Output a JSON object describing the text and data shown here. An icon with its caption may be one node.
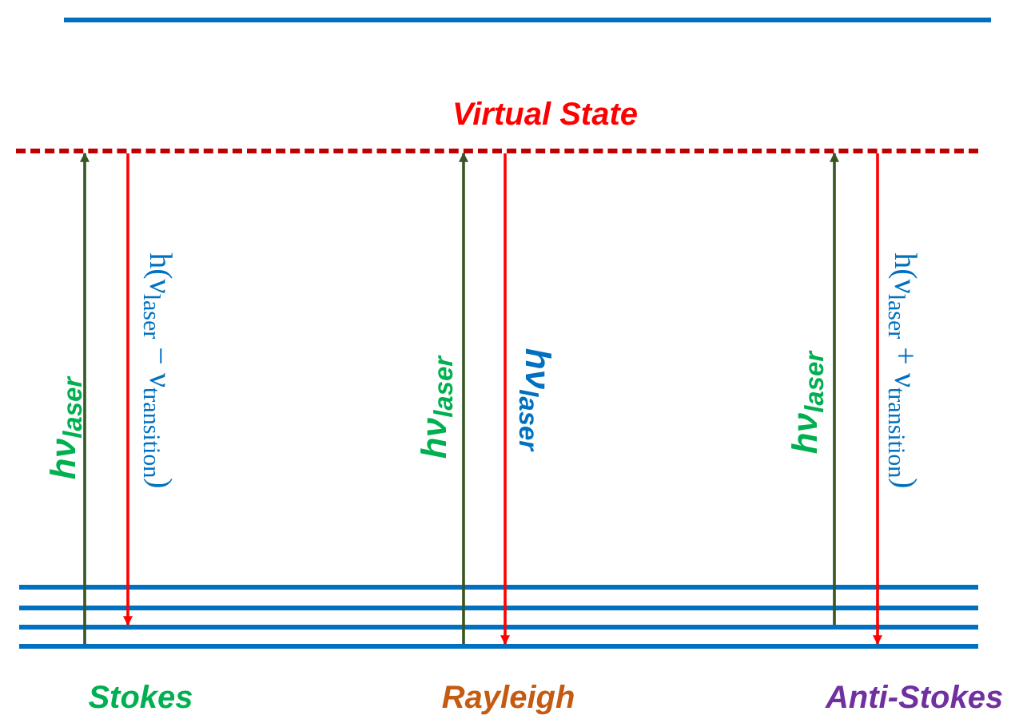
{
  "diagram": {
    "nodes": [
      {
        "text": [],
        "shape": "bar"
      },
      {
        "text": [
          "Virtual State"
        ]
      },
      {
        "text": [],
        "shape": "bar"
      },
      {
        "text": [],
        "shape": "bar"
      },
      {
        "text": [],
        "shape": "bar"
      },
      {
        "text": [],
        "shape": "bar"
      }
    ],
    "edges": [
      {
        "from": 5,
        "to": 1,
        "arrow": "to",
        "label": "hν$_{laser}$",
        "color": "#375623"
      },
      {
        "from": 1,
        "to": 4,
        "arrow": "to",
        "label": "h(ν$_{laser}$ − ν$_{transition}$)",
        "color": "#ff0000"
      },
      {
        "from": 5,
        "to": 1,
        "arrow": "to",
        "label": "hν$_{laser}$",
        "color": "#375623"
      },
      {
        "from": 1,
        "to": 5,
        "arrow": "to",
        "label": "hν$_{laser}$",
        "color": "#ff0000"
      },
      {
        "from": 4,
        "to": 1,
        "arrow": "to",
        "label": "hν$_{laser}$",
        "color": "#375623"
      },
      {
        "from": 1,
        "to": 5,
        "arrow": "to",
        "label": "h(ν$_{laser}$ + ν$_{transition}$)",
        "color": "#ff0000"
      }
    ],
    "labels": [
      "Stokes",
      "Rayleigh",
      "Anti-Stokes"
    ]
  }
}
